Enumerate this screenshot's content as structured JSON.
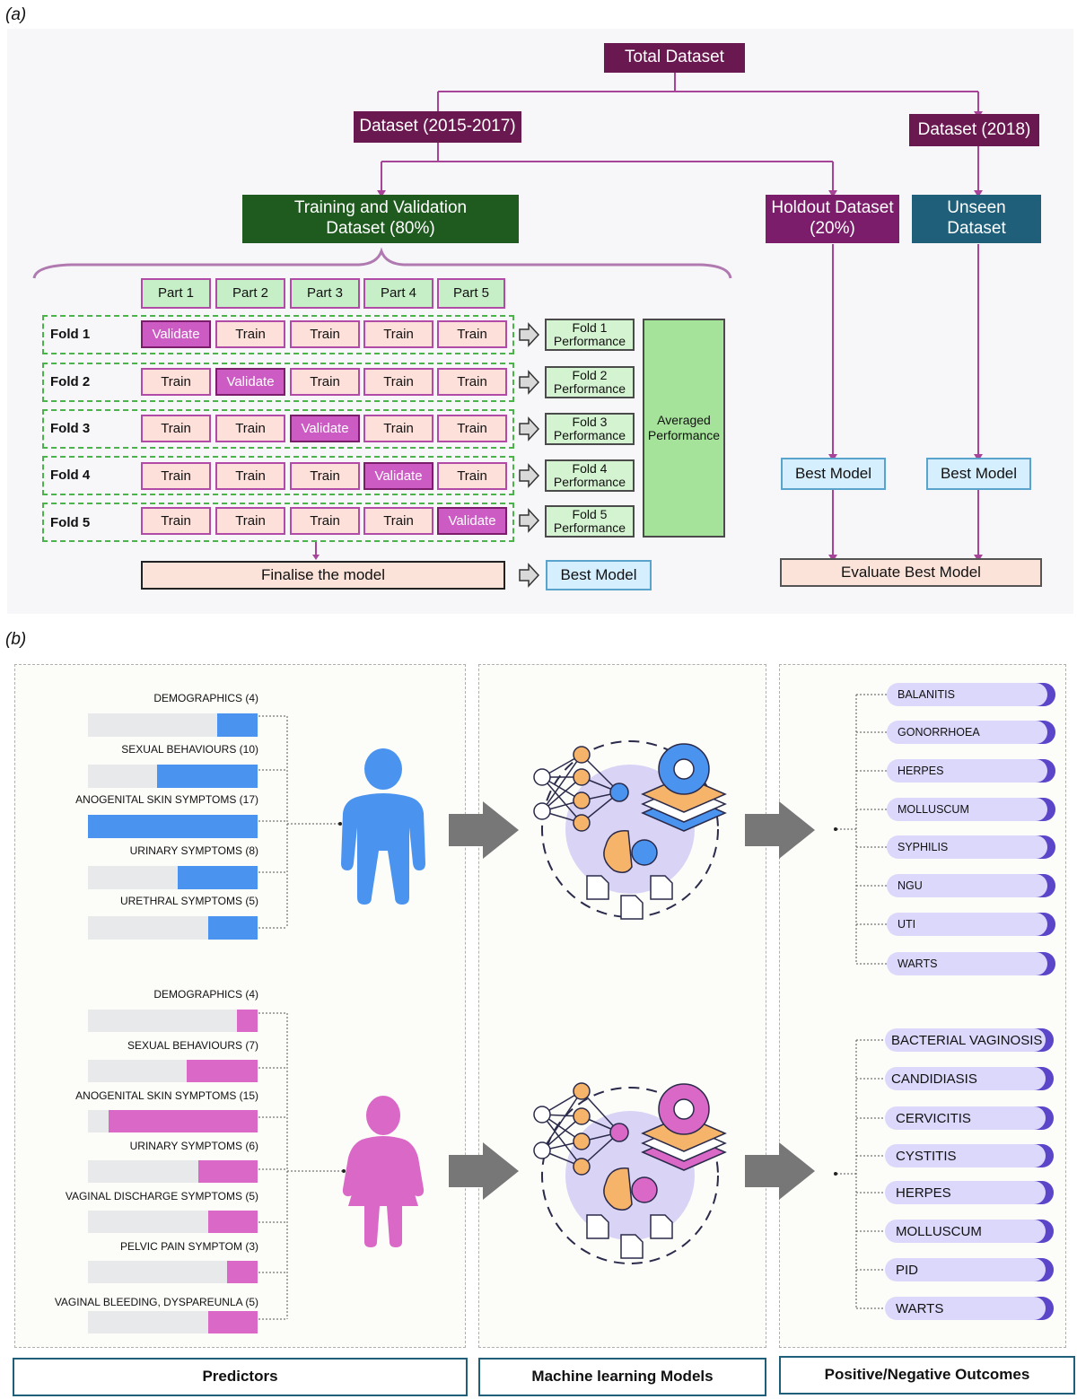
{
  "panel_a": {
    "label": "(a)",
    "total_dataset": "Total Dataset",
    "dataset_2015": "Dataset (2015-2017)",
    "dataset_2018": "Dataset (2018)",
    "training_validation": "Training and Validation Dataset (80%)",
    "holdout": "Holdout Dataset (20%)",
    "unseen": "Unseen Dataset",
    "parts": [
      "Part 1",
      "Part 2",
      "Part 3",
      "Part 4",
      "Part 5"
    ],
    "folds": [
      {
        "label": "Fold 1",
        "cells": [
          "Validate",
          "Train",
          "Train",
          "Train",
          "Train"
        ],
        "perf": "Fold 1 Performance"
      },
      {
        "label": "Fold 2",
        "cells": [
          "Train",
          "Validate",
          "Train",
          "Train",
          "Train"
        ],
        "perf": "Fold 2 Performance"
      },
      {
        "label": "Fold 3",
        "cells": [
          "Train",
          "Train",
          "Validate",
          "Train",
          "Train"
        ],
        "perf": "Fold 3 Performance"
      },
      {
        "label": "Fold 4",
        "cells": [
          "Train",
          "Train",
          "Train",
          "Validate",
          "Train"
        ],
        "perf": "Fold 4 Performance"
      },
      {
        "label": "Fold 5",
        "cells": [
          "Train",
          "Train",
          "Train",
          "Train",
          "Validate"
        ],
        "perf": "Fold 5 Performance"
      }
    ],
    "averaged": "Averaged Performance",
    "finalise": "Finalise the model",
    "best_model": "Best Model",
    "best_model_holdout": "Best Model",
    "best_model_unseen": "Best Model",
    "evaluate": "Evaluate Best Model"
  },
  "panel_b": {
    "label": "(b)",
    "male_predictors": [
      {
        "label": "DEMOGRAPHICS (4)",
        "fill": 0.24
      },
      {
        "label": "SEXUAL BEHAVIOURS (10)",
        "fill": 0.59
      },
      {
        "label": "ANOGENITAL SKIN SYMPTOMS (17)",
        "fill": 1.0
      },
      {
        "label": "URINARY SYMPTOMS (8)",
        "fill": 0.47
      },
      {
        "label": "URETHRAL SYMPTOMS (5)",
        "fill": 0.29
      }
    ],
    "female_predictors": [
      {
        "label": "DEMOGRAPHICS (4)",
        "fill": 0.12
      },
      {
        "label": "SEXUAL BEHAVIOURS (7)",
        "fill": 0.42
      },
      {
        "label": "ANOGENITAL SKIN SYMPTOMS (15)",
        "fill": 0.88
      },
      {
        "label": "URINARY SYMPTOMS (6)",
        "fill": 0.35
      },
      {
        "label": "VAGINAL DISCHARGE SYMPTOMS (5)",
        "fill": 0.29
      },
      {
        "label": "PELVIC PAIN SYMPTOM (3)",
        "fill": 0.18
      },
      {
        "label": "VAGINAL BLEEDING, DYSPAREUNLA (5)",
        "fill": 0.29
      }
    ],
    "male_outcomes": [
      "BALANITIS",
      "GONORRHOEA",
      "HERPES",
      "MOLLUSCUM",
      "SYPHILIS",
      "NGU",
      "UTI",
      "WARTS"
    ],
    "female_outcomes": [
      "BACTERIAL VAGINOSIS",
      "CANDIDIASIS",
      "CERVICITIS",
      "CYSTITIS",
      "HERPES",
      "MOLLUSCUM",
      "PID",
      "WARTS"
    ],
    "footer_predictors": "Predictors",
    "footer_models": "Machine learning Models",
    "footer_outcomes": "Positive/Negative Outcomes",
    "colors": {
      "male": "#4a94f0",
      "female": "#d968c7",
      "bar_bg": "#e7e9eb",
      "arrow": "#777777"
    }
  }
}
